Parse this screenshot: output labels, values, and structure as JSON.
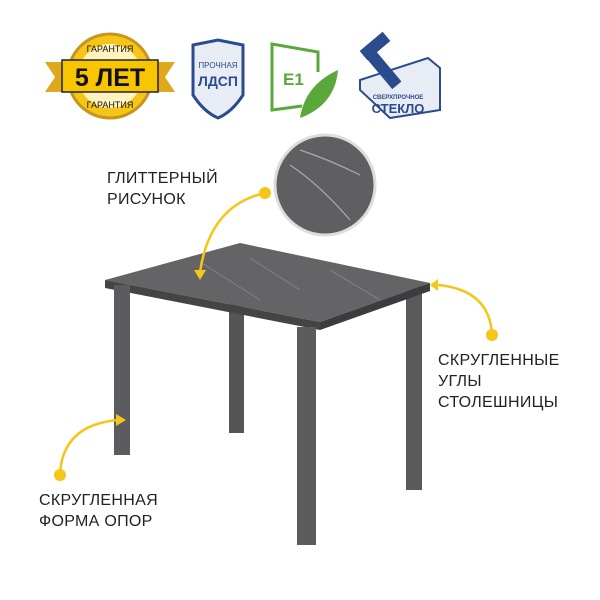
{
  "badges": {
    "warranty": {
      "top": "ГАРАНТИЯ",
      "main": "5 ЛЕТ",
      "bottom": "ГАРАНТИЯ"
    },
    "ldsp": {
      "line1": "ПРОЧНАЯ",
      "line2": "ЛДСП"
    },
    "eco": {
      "label": "E1"
    },
    "glass": {
      "line1": "СВЕРХПРОЧНОЕ",
      "line2": "СТЕКЛО"
    }
  },
  "callouts": {
    "glitter": {
      "line1": "ГЛИТТЕРНЫЙ",
      "line2": "РИСУНОК"
    },
    "corners": {
      "line1": "СКРУГЛЕННЫЕ",
      "line2": "УГЛЫ",
      "line3": "СТОЛЕШНИЦЫ"
    },
    "legs": {
      "line1": "СКРУГЛЕННАЯ",
      "line2": "ФОРМА ОПОР"
    }
  },
  "colors": {
    "accent": "#f5c518",
    "blue": "#2b4c8c",
    "green": "#5aa83c",
    "table": "#5a5a5c"
  }
}
